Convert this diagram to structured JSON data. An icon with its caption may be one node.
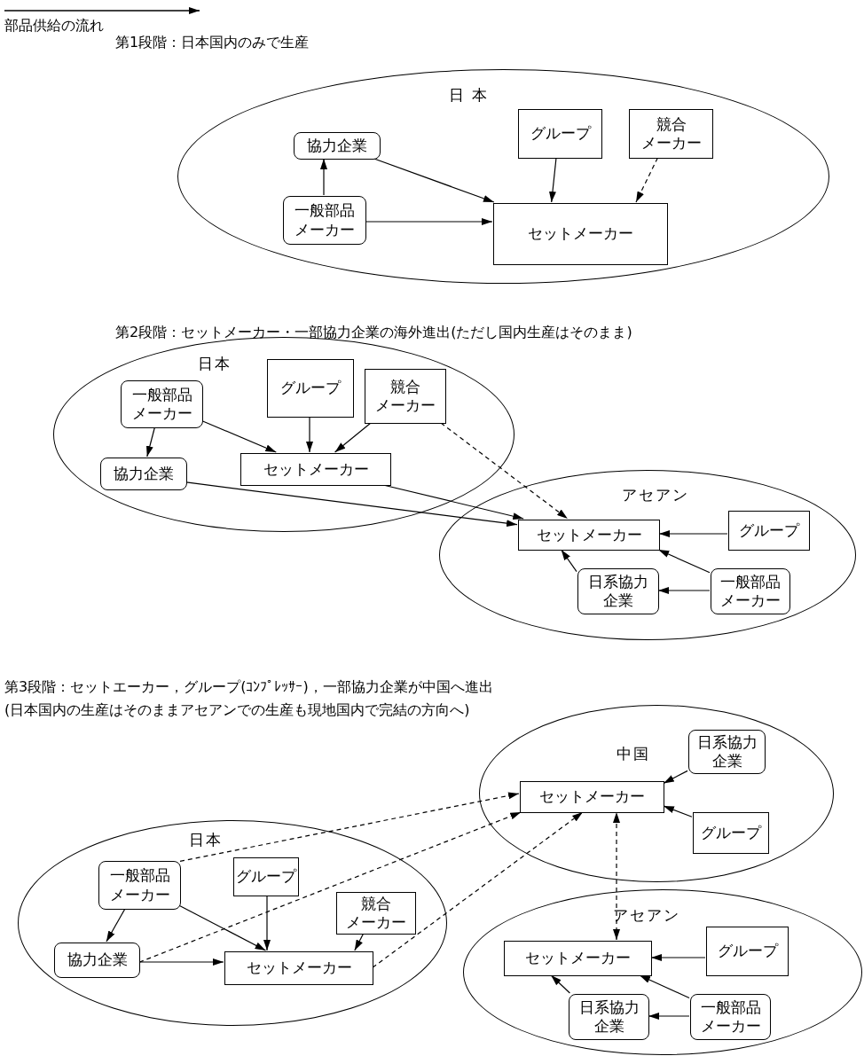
{
  "diagram": {
    "nodes": [
      {
        "text": [
          "日 本"
        ]
      },
      {
        "text": [
          "協力企業"
        ],
        "in": 0
      },
      {
        "text": [
          "グループ"
        ],
        "in": 0
      },
      {
        "text": [
          "競合メーカー"
        ],
        "in": 0
      },
      {
        "text": [
          "一般部品メーカー"
        ],
        "in": 0
      },
      {
        "text": [
          "セットメーカー"
        ],
        "in": 0
      },
      {
        "text": [
          "日本"
        ]
      },
      {
        "text": [
          "一般部品メーカー"
        ],
        "in": 6
      },
      {
        "text": [
          "グループ"
        ],
        "in": 6
      },
      {
        "text": [
          "競合メーカー"
        ],
        "in": 6
      },
      {
        "text": [
          "協力企業"
        ],
        "in": 6
      },
      {
        "text": [
          "セットメーカー"
        ],
        "in": 6
      },
      {
        "text": [
          "アセアン"
        ]
      },
      {
        "text": [
          "セットメーカー"
        ],
        "in": 12
      },
      {
        "text": [
          "グループ"
        ],
        "in": 12
      },
      {
        "text": [
          "日系協力企業"
        ],
        "in": 12
      },
      {
        "text": [
          "一般部品メーカー"
        ],
        "in": 12
      },
      {
        "text": [
          "中国"
        ]
      },
      {
        "text": [
          "日系協力企業"
        ],
        "in": 17
      },
      {
        "text": [
          "セットメーカー"
        ],
        "in": 17
      },
      {
        "text": [
          "グループ"
        ],
        "in": 17
      },
      {
        "text": [
          "日本"
        ]
      },
      {
        "text": [
          "一般部品メーカー"
        ],
        "in": 21
      },
      {
        "text": [
          "グループ"
        ],
        "in": 21
      },
      {
        "text": [
          "競合メーカー"
        ],
        "in": 21
      },
      {
        "text": [
          "協力企業"
        ],
        "in": 21
      },
      {
        "text": [
          "セットメーカー"
        ],
        "in": 21
      },
      {
        "text": [
          "アセアン"
        ]
      },
      {
        "text": [
          "セットメーカー"
        ],
        "in": 27
      },
      {
        "text": [
          "グループ"
        ],
        "in": 27
      },
      {
        "text": [
          "日系協力企業"
        ],
        "in": 27
      },
      {
        "text": [
          "一般部品メーカー"
        ],
        "in": 27
      }
    ],
    "edges": [
      {
        "from": 4,
        "to": 1,
        "arrow": "to"
      },
      {
        "from": 1,
        "to": 5,
        "arrow": "to"
      },
      {
        "from": 4,
        "to": 5,
        "arrow": "to"
      },
      {
        "from": 2,
        "to": 5,
        "arrow": "to"
      },
      {
        "from": 3,
        "to": 5,
        "arrow": "to",
        "style": "dashed"
      },
      {
        "from": 7,
        "to": 10,
        "arrow": "to"
      },
      {
        "from": 7,
        "to": 11,
        "arrow": "to"
      },
      {
        "from": 8,
        "to": 11,
        "arrow": "to"
      },
      {
        "from": 9,
        "to": 11,
        "arrow": "to"
      },
      {
        "from": 11,
        "to": 13,
        "arrow": "to"
      },
      {
        "from": 10,
        "to": 13,
        "arrow": "to"
      },
      {
        "from": 9,
        "to": 13,
        "arrow": "to",
        "style": "dashed"
      },
      {
        "from": 14,
        "to": 13,
        "arrow": "to"
      },
      {
        "from": 16,
        "to": 13,
        "arrow": "to"
      },
      {
        "from": 16,
        "to": 15,
        "arrow": "to"
      },
      {
        "from": 15,
        "to": 13,
        "arrow": "to"
      },
      {
        "from": 18,
        "to": 19,
        "arrow": "to"
      },
      {
        "from": 20,
        "to": 19,
        "arrow": "to"
      },
      {
        "from": 22,
        "to": 25,
        "arrow": "to"
      },
      {
        "from": 22,
        "to": 26,
        "arrow": "to"
      },
      {
        "from": 23,
        "to": 26,
        "arrow": "to"
      },
      {
        "from": 24,
        "to": 26,
        "arrow": "to"
      },
      {
        "from": 25,
        "to": 26,
        "arrow": "to"
      },
      {
        "from": 22,
        "to": 19,
        "arrow": "to",
        "style": "dashed"
      },
      {
        "from": 25,
        "to": 19,
        "arrow": "to",
        "style": "dashed"
      },
      {
        "from": 26,
        "to": 19,
        "arrow": "to",
        "style": "dashed"
      },
      {
        "from": 28,
        "to": 19,
        "arrow": "both",
        "style": "dashed"
      },
      {
        "from": 29,
        "to": 28,
        "arrow": "to"
      },
      {
        "from": 31,
        "to": 28,
        "arrow": "to"
      },
      {
        "from": 31,
        "to": 30,
        "arrow": "to"
      },
      {
        "from": 30,
        "to": 28,
        "arrow": "to"
      }
    ],
    "labels": [
      "第1段階：日本国内のみで生産",
      "第2段階：セットメーカー・一部協力企業の海外進出(ただし国内生産はそのまま)",
      "第3段階：セットエーカー，グループ(ｺﾝﾌﾟﾚｯｻｰ)，一部協力企業が中国へ進出",
      "(日本国内の生産はそのままアセアンでの生産も現地国内で完結の方向へ)"
    ],
    "legend": [
      {
        "text": "部品供給の流れ"
      }
    ]
  }
}
